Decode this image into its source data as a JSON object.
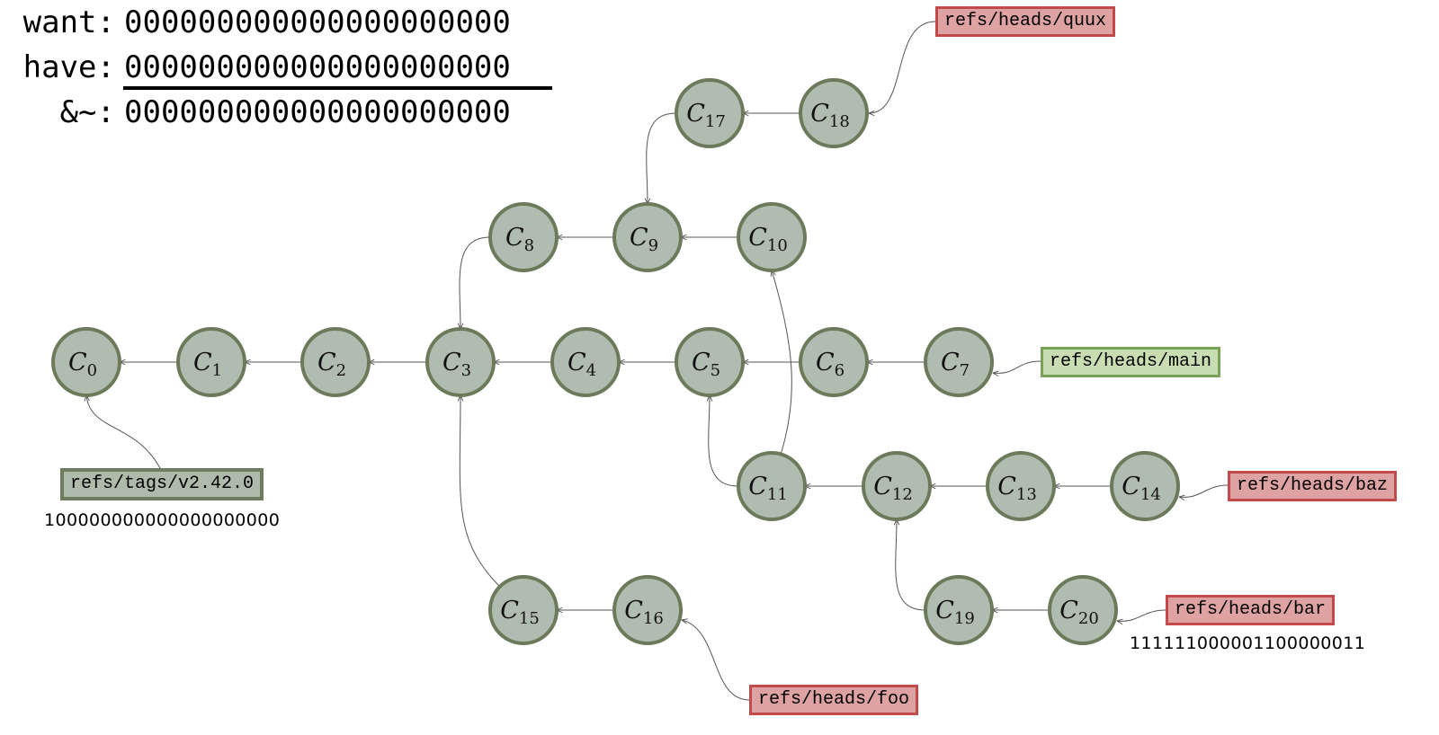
{
  "bitmaps": {
    "want": {
      "label": "want:",
      "value": "000000000000000000000"
    },
    "have": {
      "label": "have:",
      "value": "000000000000000000000"
    },
    "result": {
      "label": "&~:",
      "value": "000000000000000000000"
    }
  },
  "commits": [
    "0",
    "1",
    "2",
    "3",
    "4",
    "5",
    "6",
    "7",
    "8",
    "9",
    "10",
    "11",
    "12",
    "13",
    "14",
    "15",
    "16",
    "17",
    "18",
    "19",
    "20"
  ],
  "commit_prefix": "C",
  "edges": [
    [
      1,
      0
    ],
    [
      2,
      1
    ],
    [
      3,
      2
    ],
    [
      4,
      3
    ],
    [
      5,
      4
    ],
    [
      6,
      5
    ],
    [
      7,
      6
    ],
    [
      8,
      3
    ],
    [
      9,
      8
    ],
    [
      10,
      9
    ],
    [
      17,
      9
    ],
    [
      18,
      17
    ],
    [
      11,
      5
    ],
    [
      11,
      10
    ],
    [
      12,
      11
    ],
    [
      13,
      12
    ],
    [
      14,
      13
    ],
    [
      15,
      3
    ],
    [
      16,
      15
    ],
    [
      19,
      12
    ],
    [
      20,
      19
    ]
  ],
  "refs": {
    "quux": {
      "name": "refs/heads/quux",
      "target": 18
    },
    "main": {
      "name": "refs/heads/main",
      "target": 7
    },
    "baz": {
      "name": "refs/heads/baz",
      "target": 14
    },
    "bar": {
      "name": "refs/heads/bar",
      "target": 20,
      "bitmap": "111111000001100000011"
    },
    "foo": {
      "name": "refs/heads/foo",
      "target": 16
    },
    "tag": {
      "name": "refs/tags/v2.42.0",
      "target": 0,
      "bitmap": "100000000000000000000"
    }
  },
  "colors": {
    "node_fill": "#b0bcaf",
    "node_stroke": "#6a7a5a",
    "ref_red": "#dea2a2",
    "ref_green": "#c9ddb3",
    "ref_tag": "#aebbab"
  }
}
